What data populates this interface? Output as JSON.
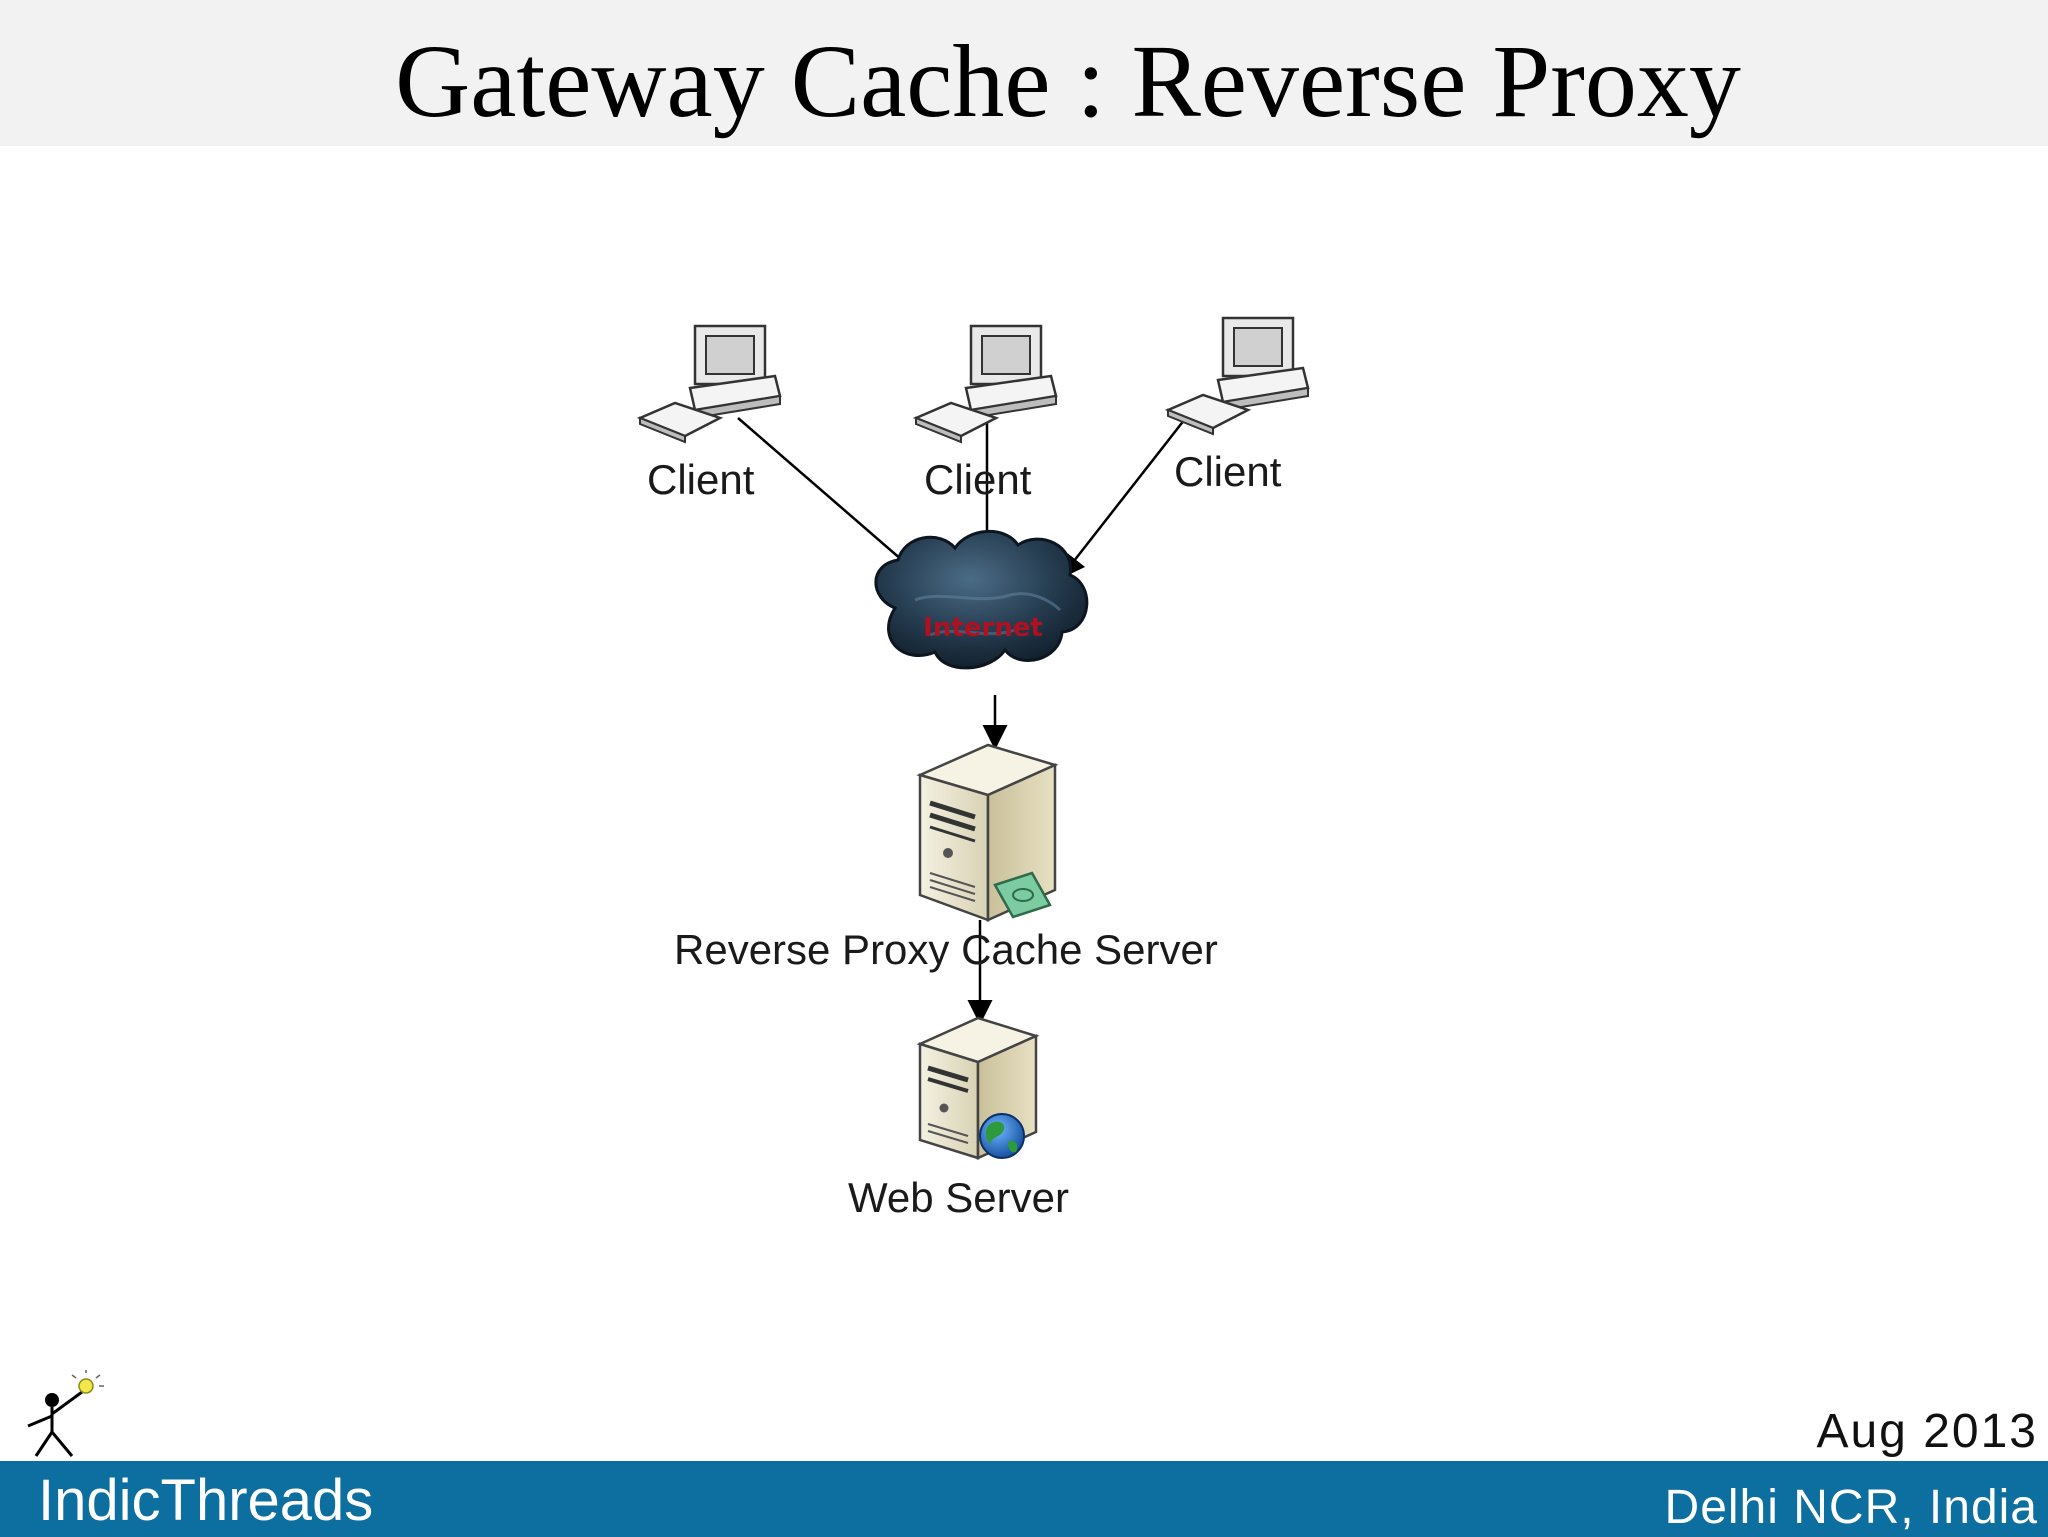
{
  "slide": {
    "title": "Gateway Cache : Reverse Proxy"
  },
  "diagram": {
    "clients": [
      {
        "label": "Client",
        "icon": "desktop-computer-icon"
      },
      {
        "label": "Client",
        "icon": "desktop-computer-icon"
      },
      {
        "label": "Client",
        "icon": "desktop-computer-icon"
      }
    ],
    "internet": {
      "label": "Internet",
      "icon": "cloud-icon"
    },
    "proxy": {
      "label": "Reverse Proxy Cache Server",
      "icon": "server-cache-icon"
    },
    "web_server": {
      "label": "Web Server",
      "icon": "server-globe-icon"
    }
  },
  "footer": {
    "brand": "IndicThreads",
    "date": "Aug 2013",
    "location": "Delhi NCR, India",
    "logo_icon": "stick-figure-lightbulb-logo"
  },
  "colors": {
    "footer_bar": "#0d6f9f",
    "title_bar": "#f2f2f2",
    "cloud": "#1f3548",
    "internet_text": "#b01020"
  }
}
